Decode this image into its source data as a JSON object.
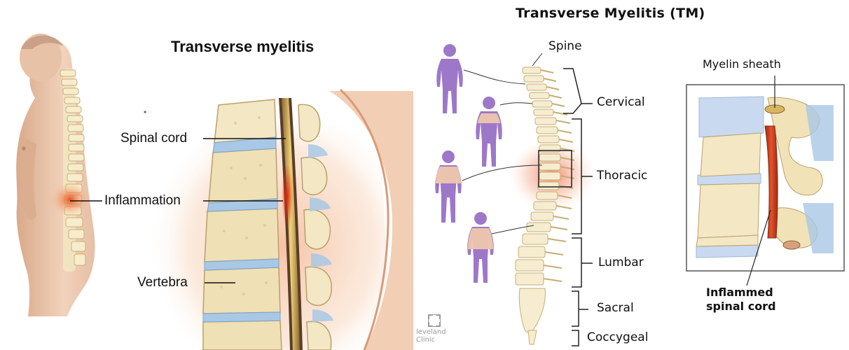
{
  "left": {
    "title": "Transverse myelitis",
    "labels": {
      "spinal_cord": "Spinal cord",
      "inflammation": "Inflammation",
      "vertebra": "Vertebra"
    }
  },
  "right": {
    "title": "Transverse Myelitis (TM)",
    "labels": {
      "spine": "Spine",
      "cervical": "Cervical",
      "thoracic": "Thoracic",
      "lumbar": "Lumbar",
      "sacral": "Sacral",
      "coccygeal": "Coccygeal",
      "myelin_sheath": "Myelin sheath",
      "inflammed_line1": "Inflammed",
      "inflammed_line2": "spinal cord"
    },
    "logo": {
      "line1": "leveland",
      "line2": "Clinic"
    }
  },
  "colors": {
    "inflammation": "#e03a1a",
    "bone": "#efe2b6",
    "disc": "#a9c8e6",
    "skin": "#e9c6a8",
    "figure": "#9d78c9",
    "cord": "#c9a15a"
  }
}
